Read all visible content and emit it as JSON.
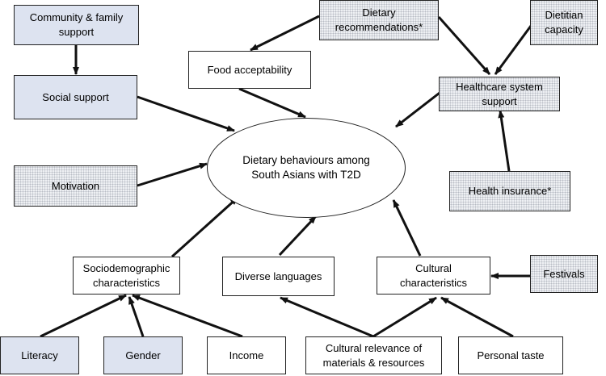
{
  "nodes": {
    "community": "Community & family\nsupport",
    "social": "Social support",
    "motivation": "Motivation",
    "dietary_rec": "Dietary\nrecommendations*",
    "dietitian": "Dietitian\ncapacity",
    "food_accept": "Food acceptability",
    "healthcare": "Healthcare system\nsupport",
    "center": "Dietary behaviours among\nSouth Asians with T2D",
    "insurance": "Health insurance*",
    "sociodemo": "Sociodemographic\ncharacteristics",
    "languages": "Diverse languages",
    "cultural": "Cultural\ncharacteristics",
    "festivals": "Festivals",
    "literacy": "Literacy",
    "gender": "Gender",
    "income": "Income",
    "cultural_rel": "Cultural relevance of\nmaterials & resources",
    "taste": "Personal taste"
  },
  "colors": {
    "blue_fill": "#dde3f0",
    "dotted_fill": "#eef0f3",
    "stroke": "#222222"
  }
}
